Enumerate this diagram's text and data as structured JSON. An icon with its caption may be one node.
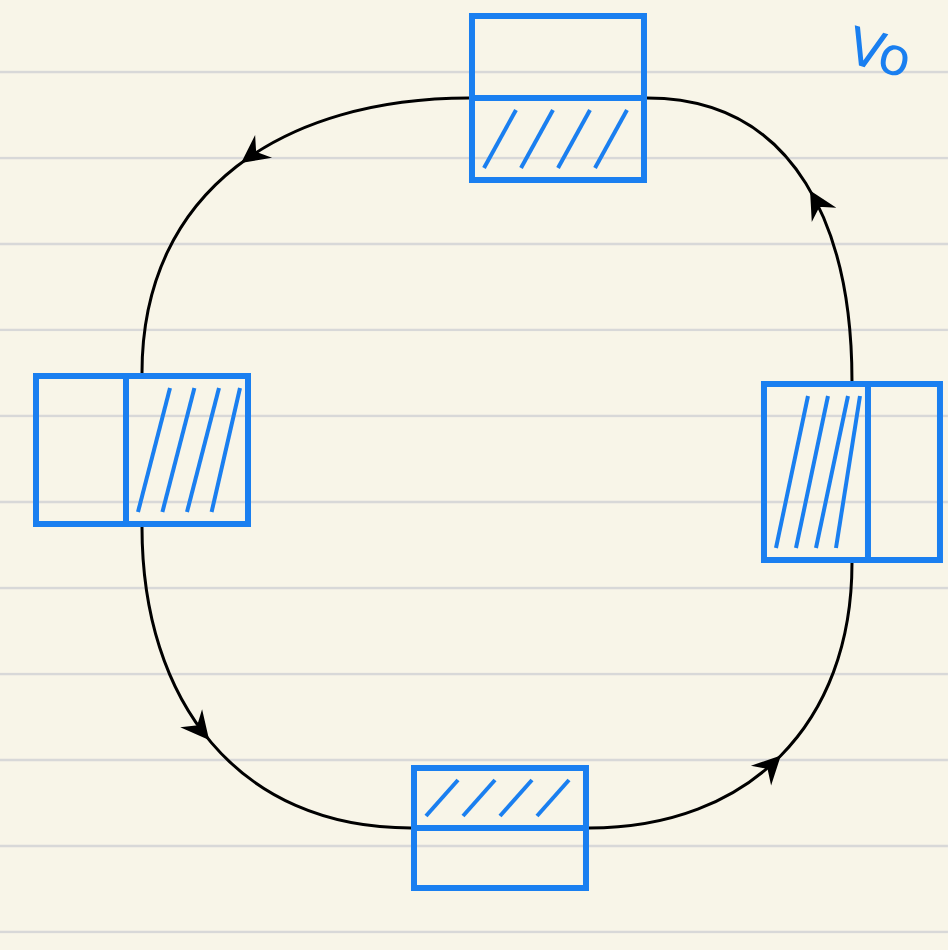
{
  "diagram": {
    "nodes": [
      {
        "text": [],
        "shape": "box"
      },
      {
        "text": [],
        "shape": "box"
      },
      {
        "text": [],
        "shape": "box"
      },
      {
        "text": [],
        "shape": "box"
      }
    ],
    "edges": [
      {
        "from": 0,
        "to": 1,
        "arrow": "to"
      },
      {
        "from": 1,
        "to": 3,
        "arrow": "to"
      },
      {
        "from": 3,
        "to": 2,
        "arrow": "to"
      },
      {
        "from": 2,
        "to": 0,
        "arrow": "to"
      }
    ],
    "labels": [
      "Vo"
    ]
  }
}
